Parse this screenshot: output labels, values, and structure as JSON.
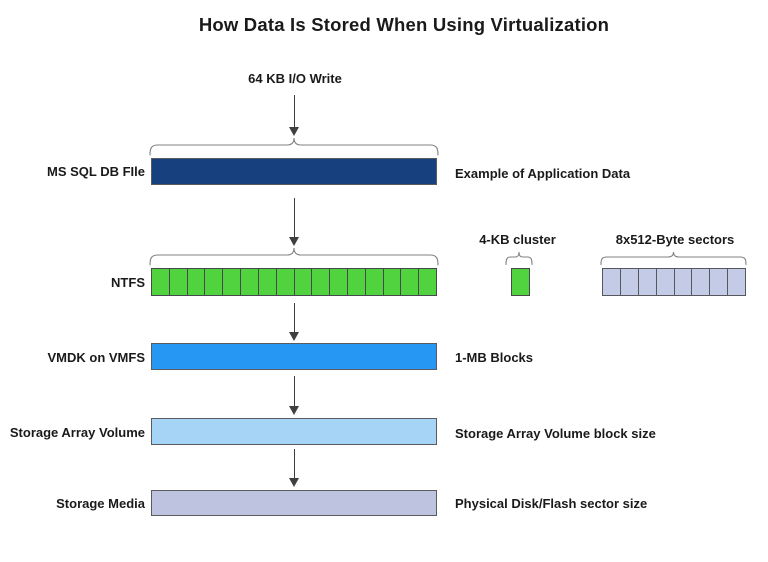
{
  "title": "How Data Is Stored When Using Virtualization",
  "io_annotation": "64 KB I/O Write",
  "rows": {
    "app_data": {
      "left_label": "MS SQL DB FIle",
      "right_label": "Example of Application Data",
      "color": "#17407E"
    },
    "ntfs": {
      "left_label": "NTFS",
      "segments": 16,
      "color": "#50D33F"
    },
    "vmdk": {
      "left_label": "VMDK on VMFS",
      "right_label": "1-MB Blocks",
      "color": "#2697F2"
    },
    "storage_array": {
      "left_label": "Storage Array Volume",
      "right_label": "Storage Array Volume block size",
      "color": "#A6D4F7"
    },
    "storage_media": {
      "left_label": "Storage Media",
      "right_label": "Physical Disk/Flash sector size",
      "color": "#BEC4E0"
    }
  },
  "annotations": {
    "cluster": {
      "label": "4-KB cluster",
      "color": "#50D33F"
    },
    "sectors": {
      "label": "8x512-Byte sectors",
      "segments": 8,
      "color": "#C4CBE6"
    }
  }
}
